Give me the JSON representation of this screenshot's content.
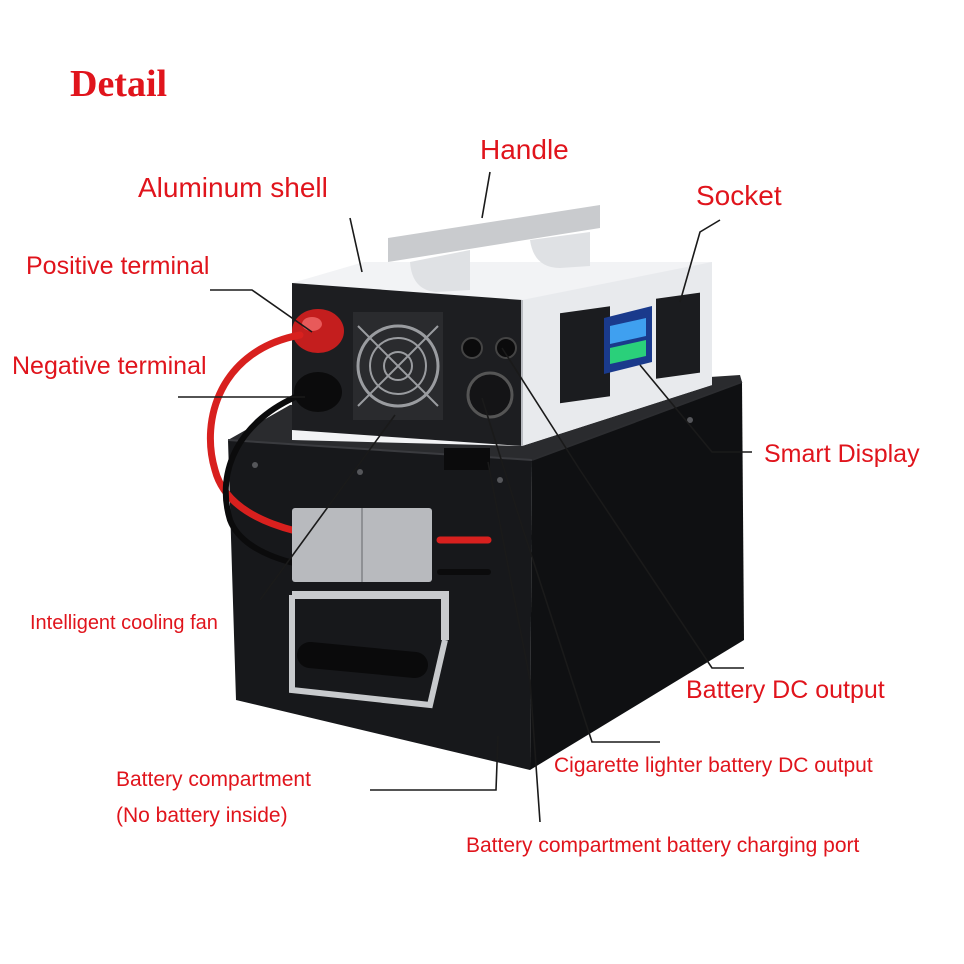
{
  "title": "Detail",
  "colors": {
    "label": "#e0141c",
    "leader": "#1a1a1a",
    "battery_box": "#17181b",
    "inverter_shell": "#f2f3f5",
    "cable_red": "#d8201e"
  },
  "callouts": {
    "handle": "Handle",
    "aluminum_shell": "Aluminum shell",
    "socket": "Socket",
    "positive_terminal": "Positive terminal",
    "negative_terminal": "Negative terminal",
    "smart_display": "Smart Display",
    "intelligent_cooling_fan": "Intelligent cooling fan",
    "battery_dc_output": "Battery DC output",
    "battery_compartment": "Battery compartment",
    "no_battery_inside": "(No battery inside)",
    "cigarette_lighter_output": "Cigarette lighter battery DC output",
    "charging_port": "Battery compartment battery charging port"
  }
}
